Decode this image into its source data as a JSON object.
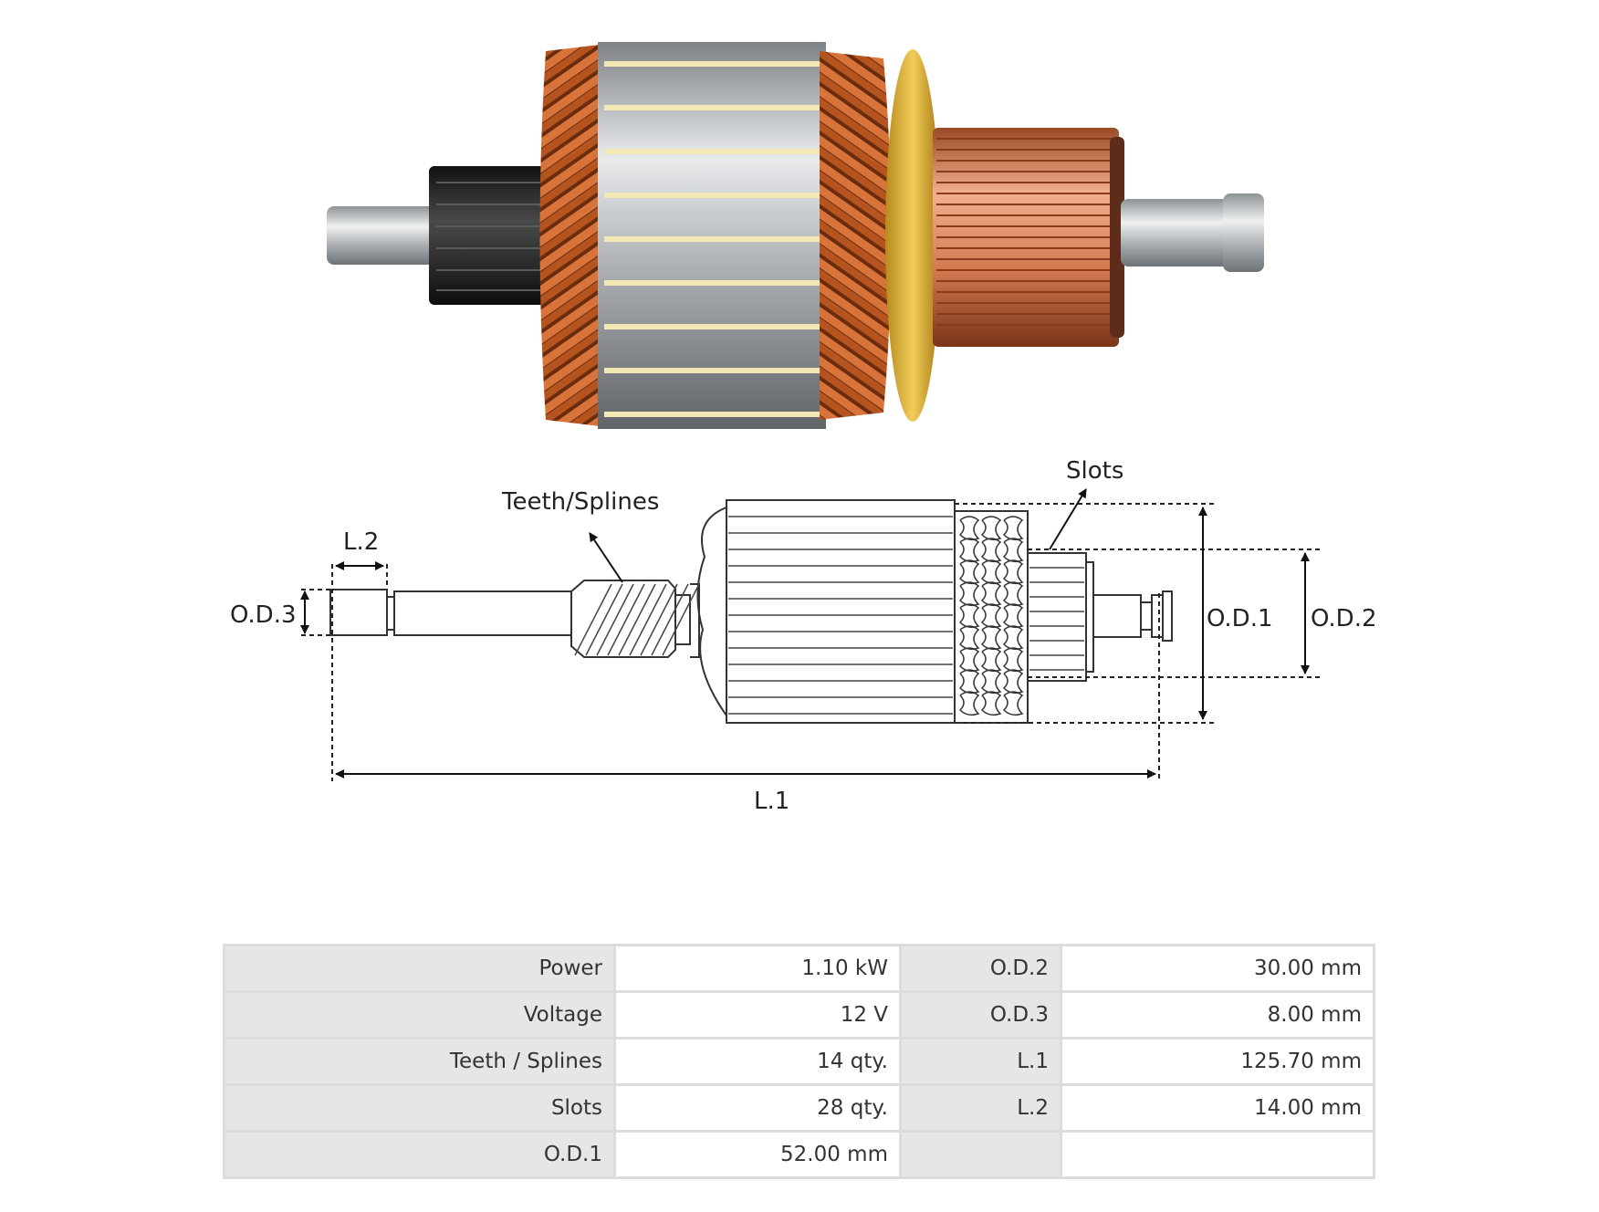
{
  "diagram": {
    "labels": {
      "teeth_splines": "Teeth/Splines",
      "slots": "Slots",
      "l2": "L.2",
      "od3": "O.D.3",
      "od1": "O.D.1",
      "od2": "O.D.2",
      "l1": "L.1"
    }
  },
  "specs": {
    "rows": [
      {
        "label1": "Power",
        "value1": "1.10 kW",
        "label2": "O.D.2",
        "value2": "30.00 mm"
      },
      {
        "label1": "Voltage",
        "value1": "12 V",
        "label2": "O.D.3",
        "value2": "8.00 mm"
      },
      {
        "label1": "Teeth / Splines",
        "value1": "14 qty.",
        "label2": "L.1",
        "value2": "125.70 mm"
      },
      {
        "label1": "Slots",
        "value1": "28 qty.",
        "label2": "L.2",
        "value2": "14.00 mm"
      },
      {
        "label1": "O.D.1",
        "value1": "52.00 mm",
        "label2": "",
        "value2": ""
      }
    ]
  },
  "colors": {
    "copper": "#c8652a",
    "steel": "#b8bcc0",
    "varnish": "#e2b94a",
    "pinion": "#2a2a2a",
    "commutator": "#d9825a"
  }
}
